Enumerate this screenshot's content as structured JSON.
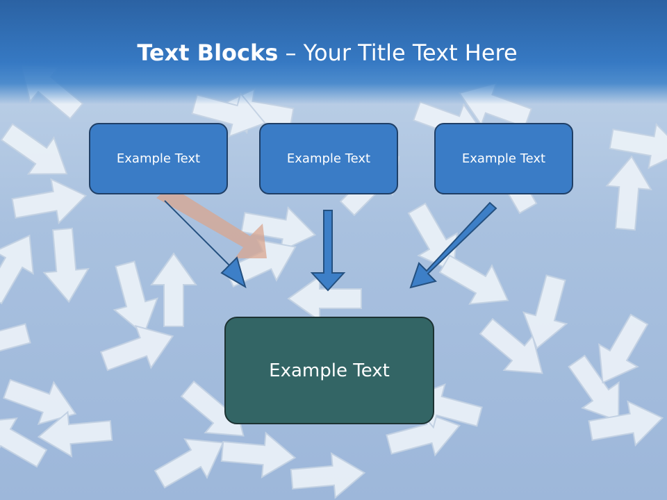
{
  "title": {
    "bold": "Text Blocks",
    "separator": " – ",
    "rest": "Your Title Text Here"
  },
  "boxes": {
    "top_left": "Example Text",
    "top_center": "Example Text",
    "top_right": "Example Text",
    "bottom": "Example Text"
  },
  "colors": {
    "header_blue": "#3679c3",
    "box_blue": "#3a7cc6",
    "box_teal": "#336565",
    "connector_arrow": "#3d7fc7"
  },
  "icons": [
    "arrow-down-right-icon",
    "arrow-down-icon",
    "arrow-down-left-icon"
  ]
}
